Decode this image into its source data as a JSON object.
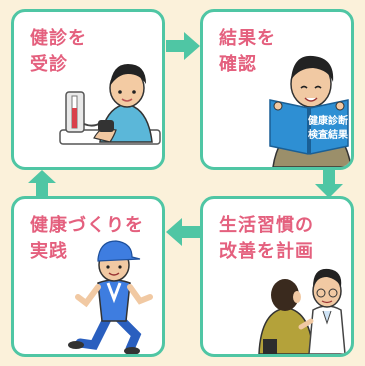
{
  "steps": [
    {
      "id": "consultation",
      "line1": "健診を",
      "line2": "受診"
    },
    {
      "id": "check-results",
      "line1": "結果を",
      "line2": "確認"
    },
    {
      "id": "healthy-habits",
      "line1": "健康づくりを",
      "line2": "実践"
    },
    {
      "id": "plan-improvement",
      "line1": "生活習慣の",
      "line2": "改善を計画"
    }
  ],
  "book": {
    "line1": "健康診断",
    "line2": "検査結果"
  },
  "colors": {
    "card_border": "#4fc6a4",
    "arrow": "#4fc6a4",
    "label_text": "#e4607e",
    "background": "#fbf1da"
  },
  "icons": [
    "blood-pressure-monitor-icon",
    "book-icon",
    "runner-icon",
    "doctor-icon"
  ]
}
